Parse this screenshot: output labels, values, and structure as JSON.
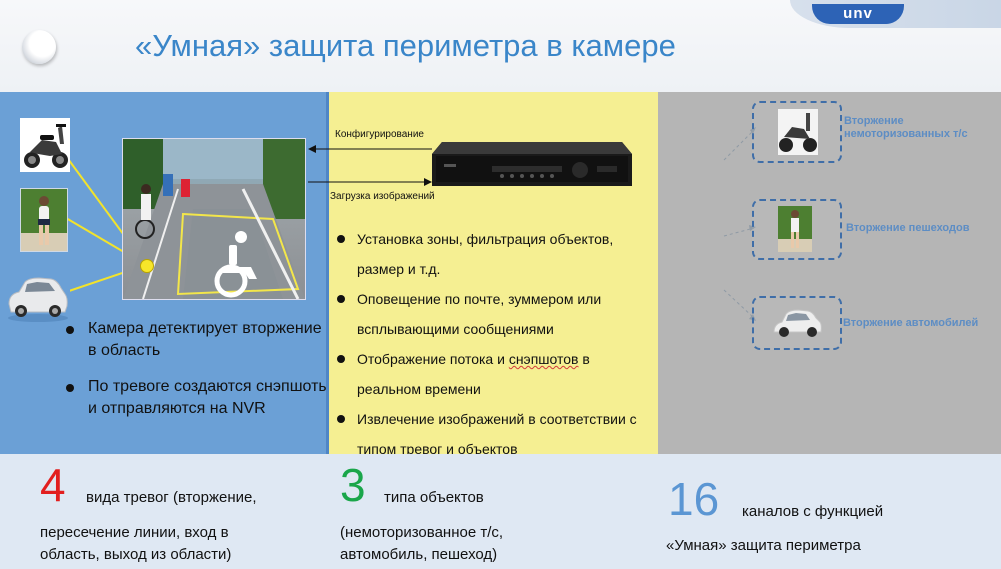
{
  "header": {
    "title": "«Умная» защита периметра в камере",
    "brand": "unv"
  },
  "left": {
    "icons": [
      "scooter-icon",
      "pedestrian-icon",
      "car-icon"
    ],
    "bullets": [
      "Камера детектирует вторжение в область",
      "По тревоге создаются снэпшоты и отправляются на NVR"
    ]
  },
  "middle": {
    "arrow_top": "Конфигурирование",
    "arrow_bottom": "Загрузка изображений",
    "bullets": [
      {
        "pre": "Установка зоны, фильтрация объектов, размер и т.д.",
        "mark": "",
        "post": ""
      },
      {
        "pre": "Оповещение по почте, зуммером или всплывающими сообщениями",
        "mark": "",
        "post": ""
      },
      {
        "pre": "Отображение потока и ",
        "mark": "снэпшотов",
        "post": " в реальном времени"
      },
      {
        "pre": "Извлечение изображений в соответствии с типом тревог и объектов",
        "mark": "",
        "post": ""
      }
    ]
  },
  "right": {
    "labels": [
      "Вторжение немоторизованных т/с",
      "Вторжение пешеходов",
      "Вторжение автомобилей"
    ]
  },
  "bottom": {
    "stats": [
      {
        "number": "4",
        "color": "#e21e1e",
        "line1": "вида тревог (вторжение,",
        "line2": "пересечение линии, вход в область, выход из области)"
      },
      {
        "number": "3",
        "color": "#1aa64a",
        "line1": "типа объектов",
        "line2": "(немоторизованное т/с, автомобиль, пешеход)"
      },
      {
        "number": "16",
        "color": "#5b96d3",
        "line1": "каналов с функцией",
        "line2": "«Умная» защита периметра"
      }
    ]
  },
  "colors": {
    "title": "#3a86c9",
    "left_panel": "#6ba0d6",
    "middle_panel": "#f5ef92",
    "right_panel": "#b5b5b5",
    "bottom_bar": "#dfe8f3"
  }
}
